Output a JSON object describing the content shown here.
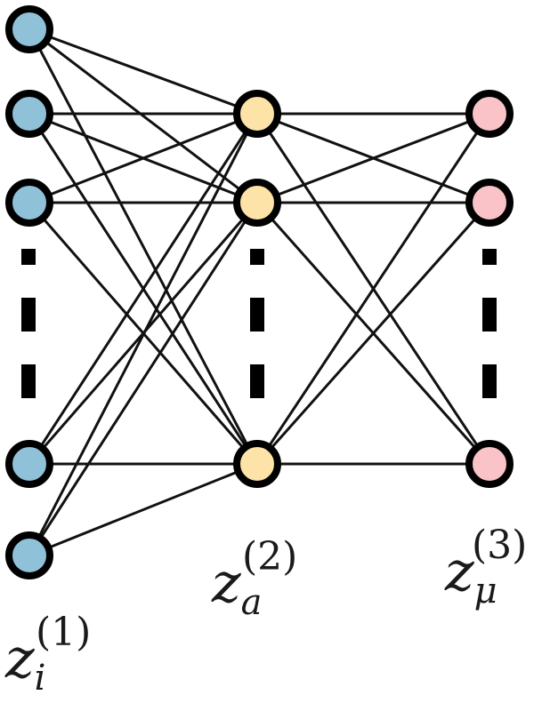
{
  "colors": {
    "layer1_fill": "#8fc1d9",
    "layer2_fill": "#fde3a7",
    "layer3_fill": "#f9c3c8",
    "node_stroke": "#000000",
    "edge_stroke": "#111111"
  },
  "layers": [
    {
      "id": "layer-1",
      "label": {
        "base": "z",
        "sub": "i",
        "sup": "(1)"
      },
      "visible_nodes": 5
    },
    {
      "id": "layer-2",
      "label": {
        "base": "z",
        "sub": "a",
        "sup": "(2)"
      },
      "visible_nodes": 3
    },
    {
      "id": "layer-3",
      "label": {
        "base": "z",
        "sub": "μ",
        "sup": "(3)"
      },
      "visible_nodes": 3
    }
  ]
}
